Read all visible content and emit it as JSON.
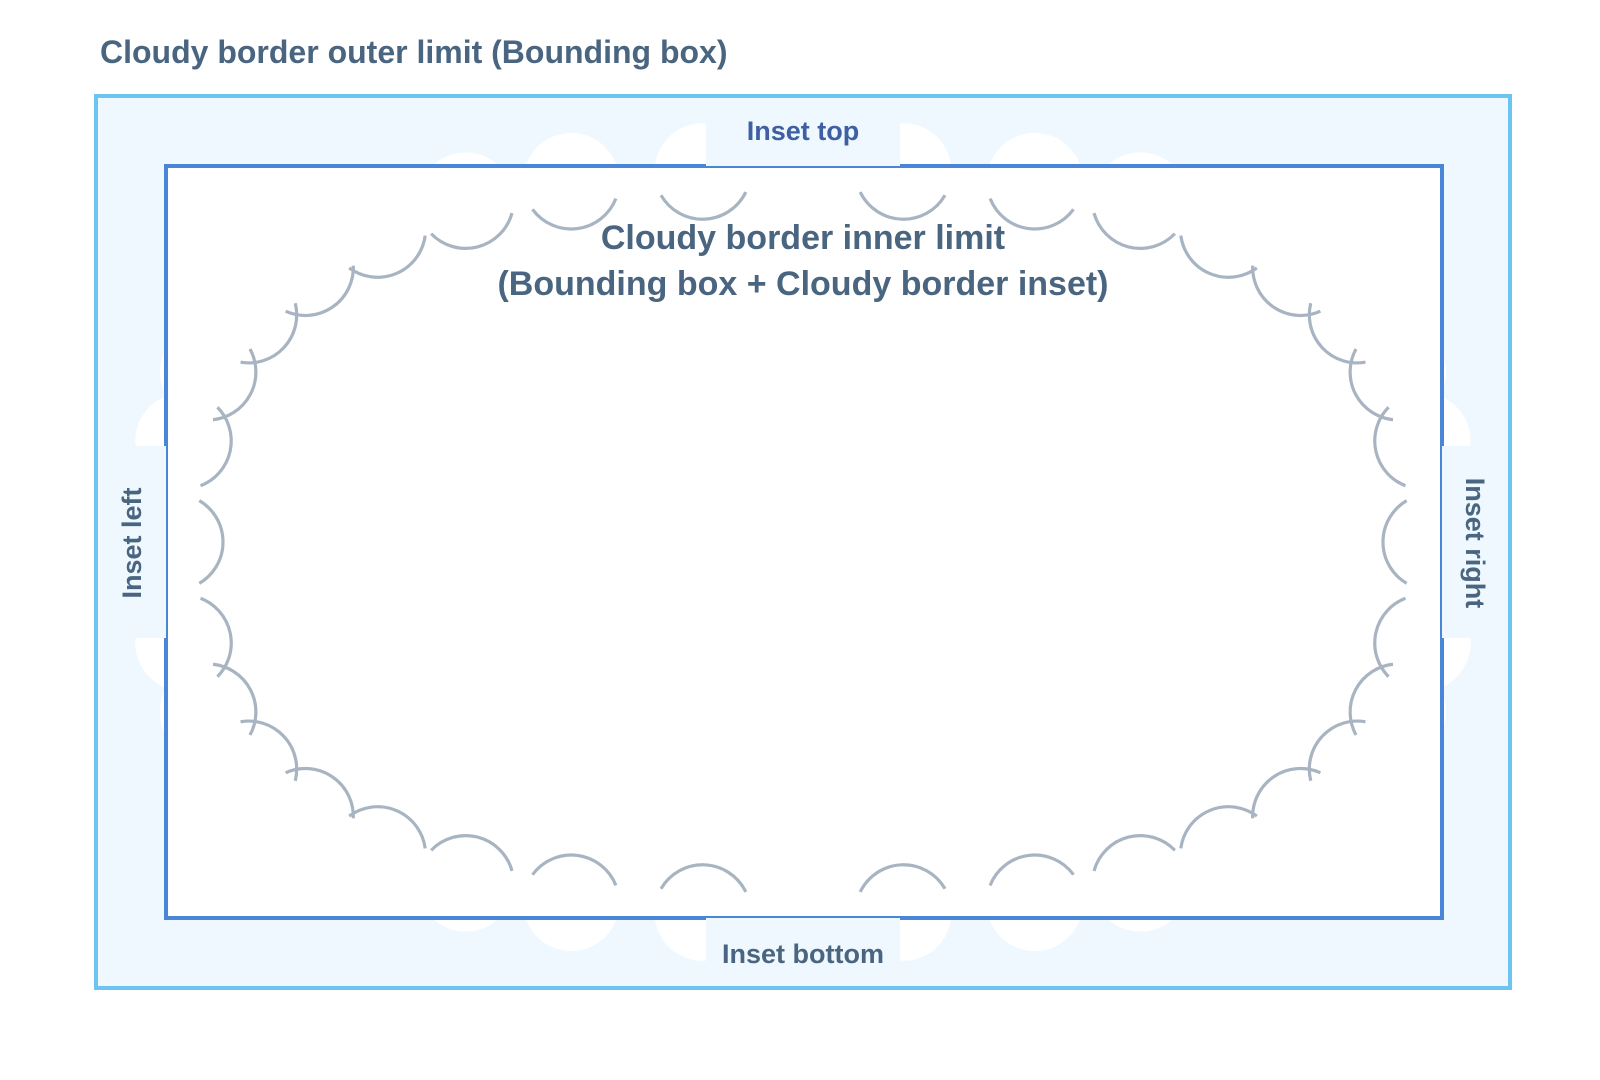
{
  "title": "Cloudy border outer limit (Bounding box)",
  "inner_label": {
    "line1": "Cloudy border inner limit",
    "line2": "(Bounding box + Cloudy border inset)"
  },
  "insets": {
    "top": "Inset top",
    "bottom": "Inset bottom",
    "left": "Inset left",
    "right": "Inset right"
  },
  "colors": {
    "outer_border": "#6cc4f0",
    "outer_fill": "#eef8fe",
    "inner_border": "#4a86d8",
    "cloud_stroke": "#a8b4c2",
    "text": "#4a6580"
  }
}
